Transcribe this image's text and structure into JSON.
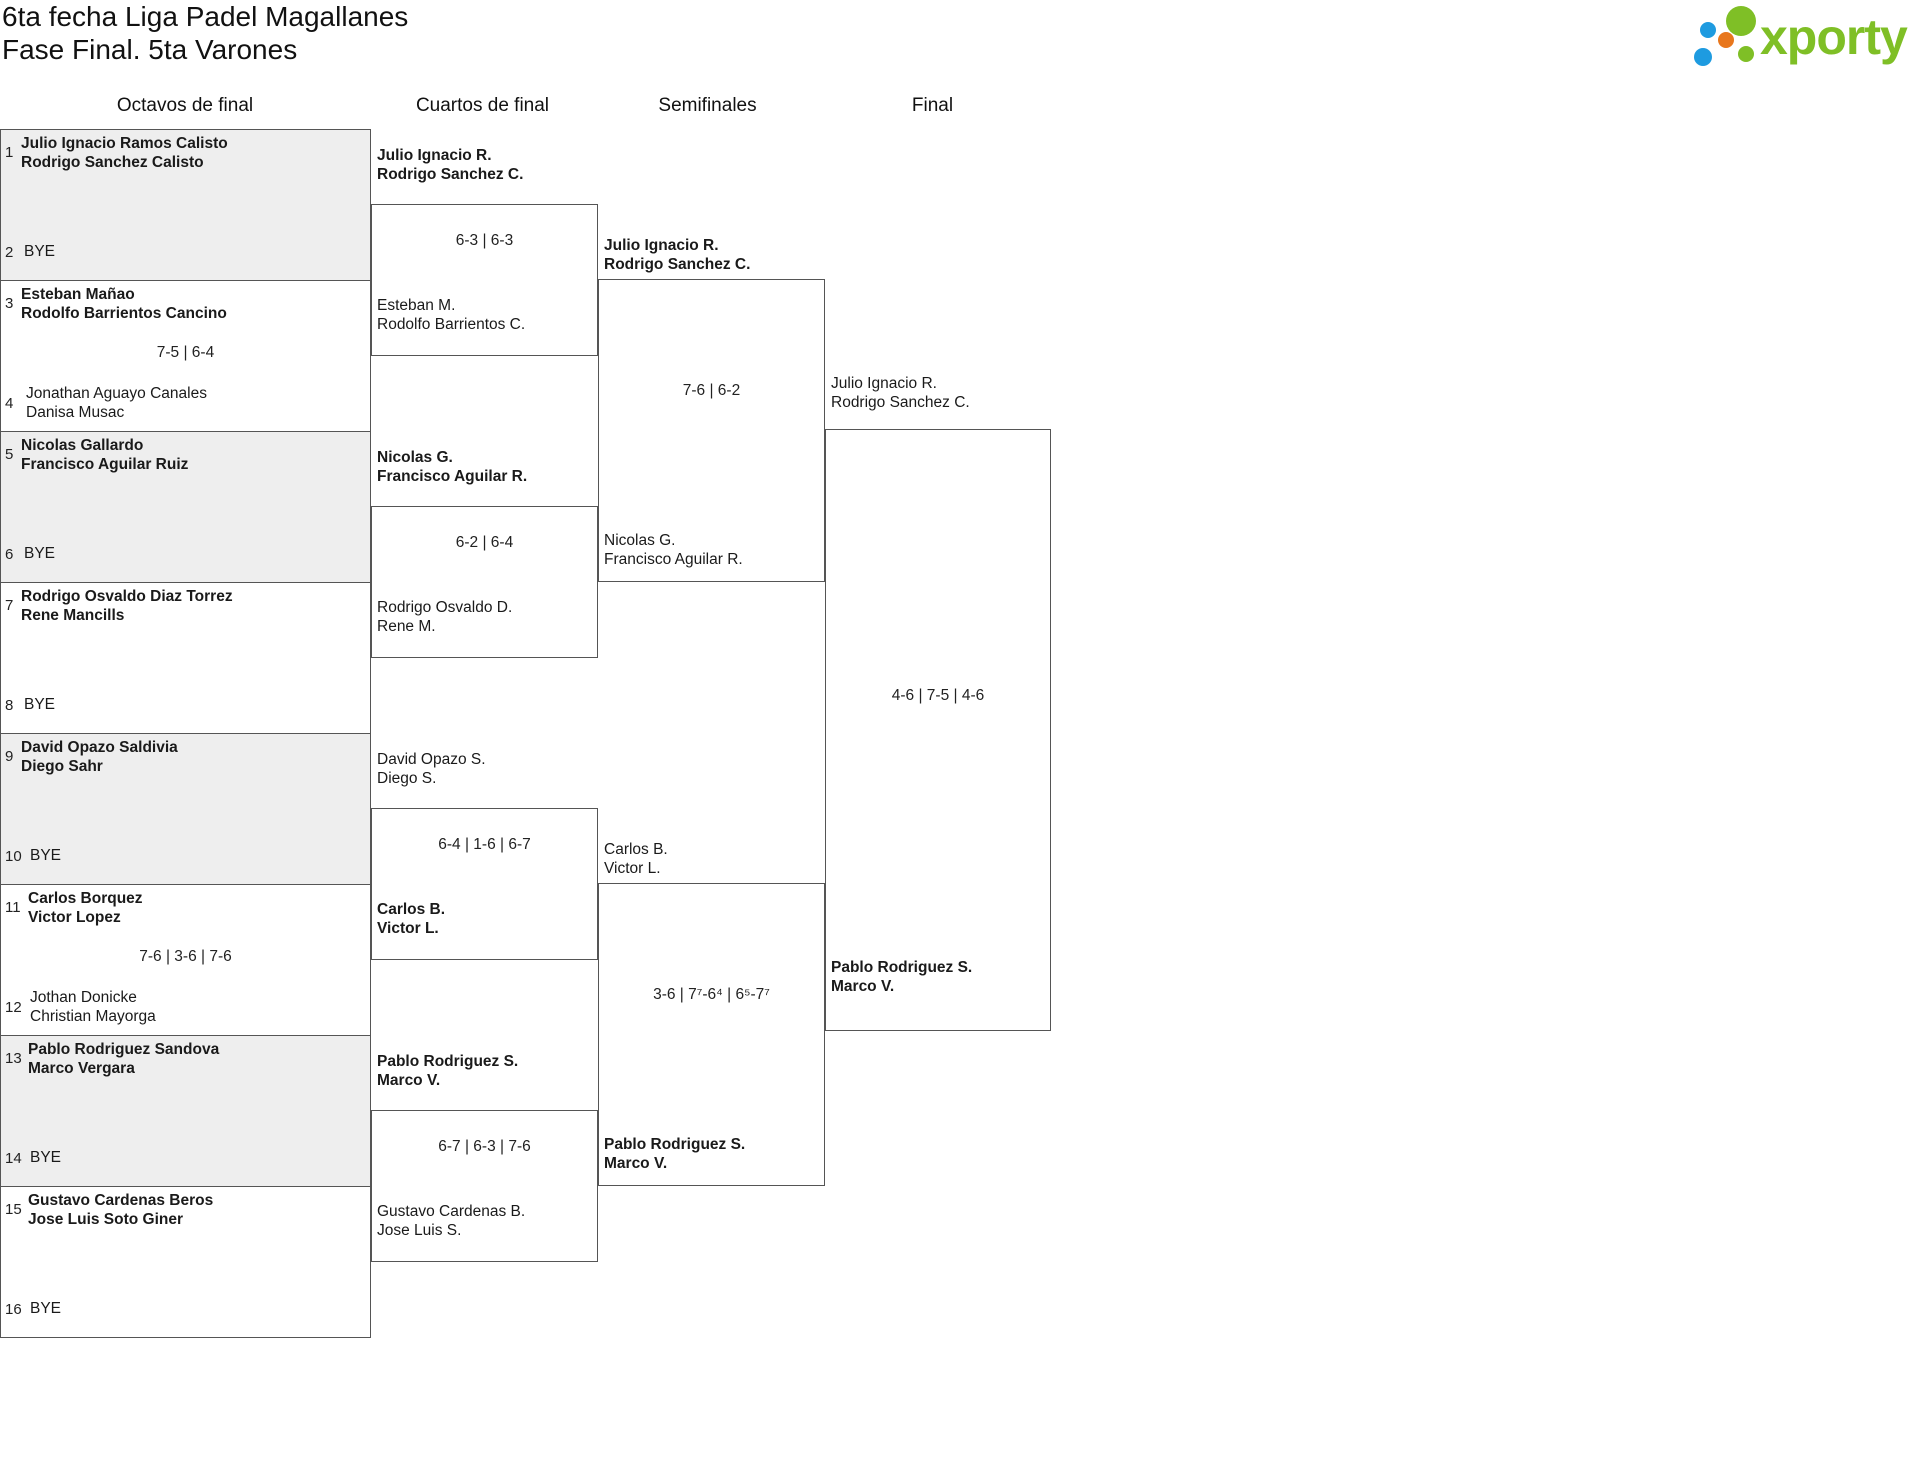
{
  "title": "6ta fecha Liga Padel Magallanes",
  "subtitle": "Fase Final. 5ta Varones",
  "logo": {
    "text": "xporty",
    "brand_color": "#7fbf26"
  },
  "rounds": [
    "Octavos de final",
    "Cuartos de final",
    "Semifinales",
    "Final"
  ],
  "octavos": [
    {
      "seed_a": "1",
      "team_a": [
        "Julio Ignacio Ramos Calisto",
        "Rodrigo Sanchez Calisto"
      ],
      "seed_b": "2",
      "team_b": [
        "BYE"
      ],
      "score": ""
    },
    {
      "seed_a": "3",
      "team_a": [
        "Esteban Mañao",
        "Rodolfo Barrientos Cancino"
      ],
      "seed_b": "4",
      "team_b": [
        "Jonathan Aguayo Canales",
        "Danisa Musac"
      ],
      "score": "7-5 | 6-4"
    },
    {
      "seed_a": "5",
      "team_a": [
        "Nicolas Gallardo",
        "Francisco Aguilar Ruiz"
      ],
      "seed_b": "6",
      "team_b": [
        "BYE"
      ],
      "score": ""
    },
    {
      "seed_a": "7",
      "team_a": [
        "Rodrigo Osvaldo Diaz Torrez",
        "Rene Mancills"
      ],
      "seed_b": "8",
      "team_b": [
        "BYE"
      ],
      "score": ""
    },
    {
      "seed_a": "9",
      "team_a": [
        "David Opazo Saldivia",
        "Diego Sahr"
      ],
      "seed_b": "10",
      "team_b": [
        "BYE"
      ],
      "score": ""
    },
    {
      "seed_a": "11",
      "team_a": [
        "Carlos Borquez",
        "Victor Lopez"
      ],
      "seed_b": "12",
      "team_b": [
        "Jothan Donicke",
        "Christian Mayorga"
      ],
      "score": "7-6 | 3-6 | 7-6"
    },
    {
      "seed_a": "13",
      "team_a": [
        "Pablo Rodriguez Sandova",
        "Marco Vergara"
      ],
      "seed_b": "14",
      "team_b": [
        "BYE"
      ],
      "score": ""
    },
    {
      "seed_a": "15",
      "team_a": [
        "Gustavo Cardenas Beros",
        "Jose Luis Soto Giner"
      ],
      "seed_b": "16",
      "team_b": [
        "BYE"
      ],
      "score": ""
    }
  ],
  "cuartos": [
    {
      "team_a": [
        "Julio Ignacio R.",
        "Rodrigo Sanchez C."
      ],
      "team_b": [
        "Esteban M.",
        "Rodolfo Barrientos C."
      ],
      "score": "6-3 | 6-3"
    },
    {
      "team_a": [
        "Nicolas G.",
        "Francisco Aguilar R."
      ],
      "team_b": [
        "Rodrigo Osvaldo D.",
        "Rene M."
      ],
      "score": "6-2 | 6-4"
    },
    {
      "team_a": [
        "David Opazo S.",
        "Diego S."
      ],
      "team_b": [
        "Carlos B.",
        "Victor L."
      ],
      "score": "6-4 | 1-6 | 6-7"
    },
    {
      "team_a": [
        "Pablo Rodriguez S.",
        "Marco V."
      ],
      "team_b": [
        "Gustavo Cardenas B.",
        "Jose Luis S."
      ],
      "score": "6-7 | 6-3 | 7-6"
    }
  ],
  "semis": [
    {
      "team_a": [
        "Julio Ignacio R.",
        "Rodrigo Sanchez C."
      ],
      "team_b": [
        "Nicolas G.",
        "Francisco Aguilar R."
      ],
      "score": "7-6 | 6-2"
    },
    {
      "team_a": [
        "Carlos B.",
        "Victor L."
      ],
      "team_b": [
        "Pablo Rodriguez S.",
        "Marco V."
      ],
      "score": "3-6 | 7⁷-6⁴ | 6⁵-7⁷"
    }
  ],
  "final": {
    "team_a": [
      "Julio Ignacio R.",
      "Rodrigo Sanchez C."
    ],
    "team_b": [
      "Pablo Rodriguez S.",
      "Marco V."
    ],
    "score": "4-6 | 7-5 | 4-6"
  }
}
